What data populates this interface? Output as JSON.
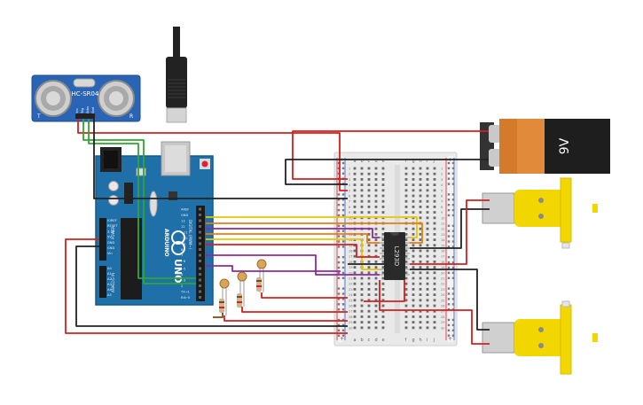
{
  "sensor": {
    "model": "HC-SR04",
    "pin_labels": [
      "Vcc",
      "Trig",
      "Echo",
      "Gnd"
    ],
    "corner_left": "T",
    "corner_right": "R"
  },
  "arduino": {
    "brand": "ARDUINO",
    "model": "UNO",
    "digital_header": [
      "AREF",
      "GND",
      "13",
      "12",
      "~11",
      "~10",
      "~9",
      "8",
      "7",
      "~6",
      "~5",
      "4",
      "~3",
      "2",
      "TX→1",
      "RX←0"
    ],
    "digital_label": "DIGITAL (PWM~)",
    "power_header": [
      "IOREF",
      "RESET",
      "3.3V",
      "5V",
      "GND",
      "GND",
      "Vin"
    ],
    "power_label": "POWER",
    "analog_header": [
      "A0",
      "A1",
      "A2",
      "A3",
      "A4",
      "A5"
    ],
    "analog_label": "ANALOG IN"
  },
  "breadboard": {
    "columns_left": [
      "a",
      "b",
      "c",
      "d",
      "e"
    ],
    "columns_right": [
      "f",
      "g",
      "h",
      "i",
      "j"
    ],
    "rows": [
      "1",
      "2",
      "3",
      "4",
      "5",
      "6",
      "7",
      "8",
      "9",
      "10",
      "11",
      "12",
      "13",
      "14",
      "15",
      "16",
      "17",
      "18",
      "19",
      "20",
      "21",
      "22",
      "23",
      "24",
      "25",
      "26",
      "27",
      "28",
      "29",
      "30"
    ]
  },
  "ic": {
    "label": "L293D"
  },
  "battery": {
    "label": "9V"
  },
  "colors": {
    "wire_red": "#d61f1f",
    "wire_black": "#222222",
    "wire_green": "#2ea82e",
    "wire_yellow": "#e8c600",
    "wire_orange": "#e87d0d",
    "wire_purple": "#8e2a9c",
    "wire_brown": "#7a4a1e",
    "arduino_blue": "#1f6fa8",
    "motor_yellow": "#f2d600",
    "battery_orange": "#e08a3a",
    "sensor_blue": "#2a64b4"
  }
}
